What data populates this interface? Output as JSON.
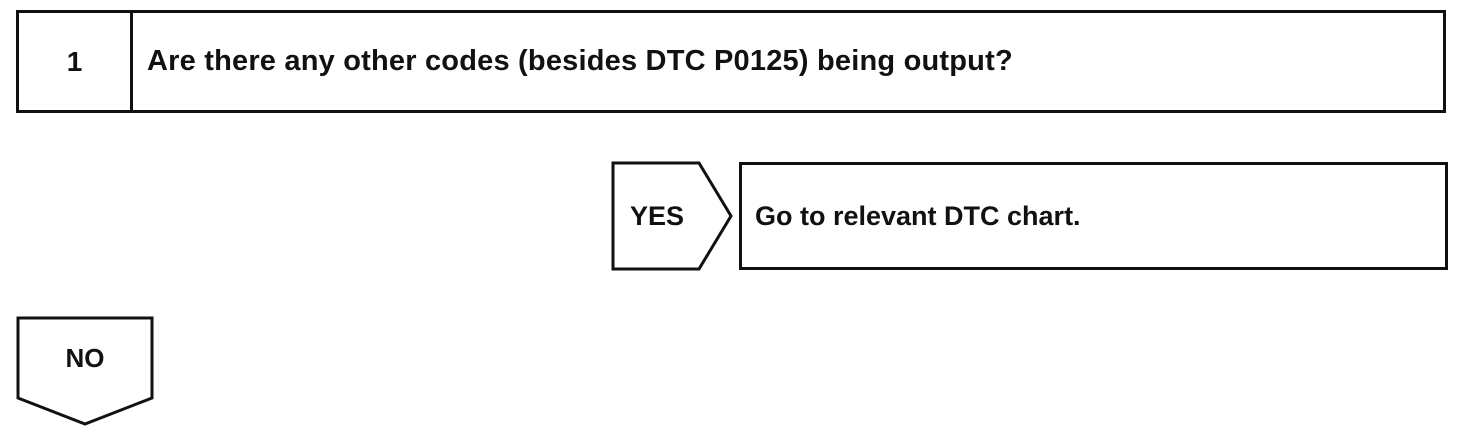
{
  "step": {
    "number": "1",
    "question": "Are there any other codes (besides DTC P0125) being output?"
  },
  "yes_branch": {
    "label": "YES",
    "result": "Go to relevant DTC chart."
  },
  "no_branch": {
    "label": "NO"
  }
}
